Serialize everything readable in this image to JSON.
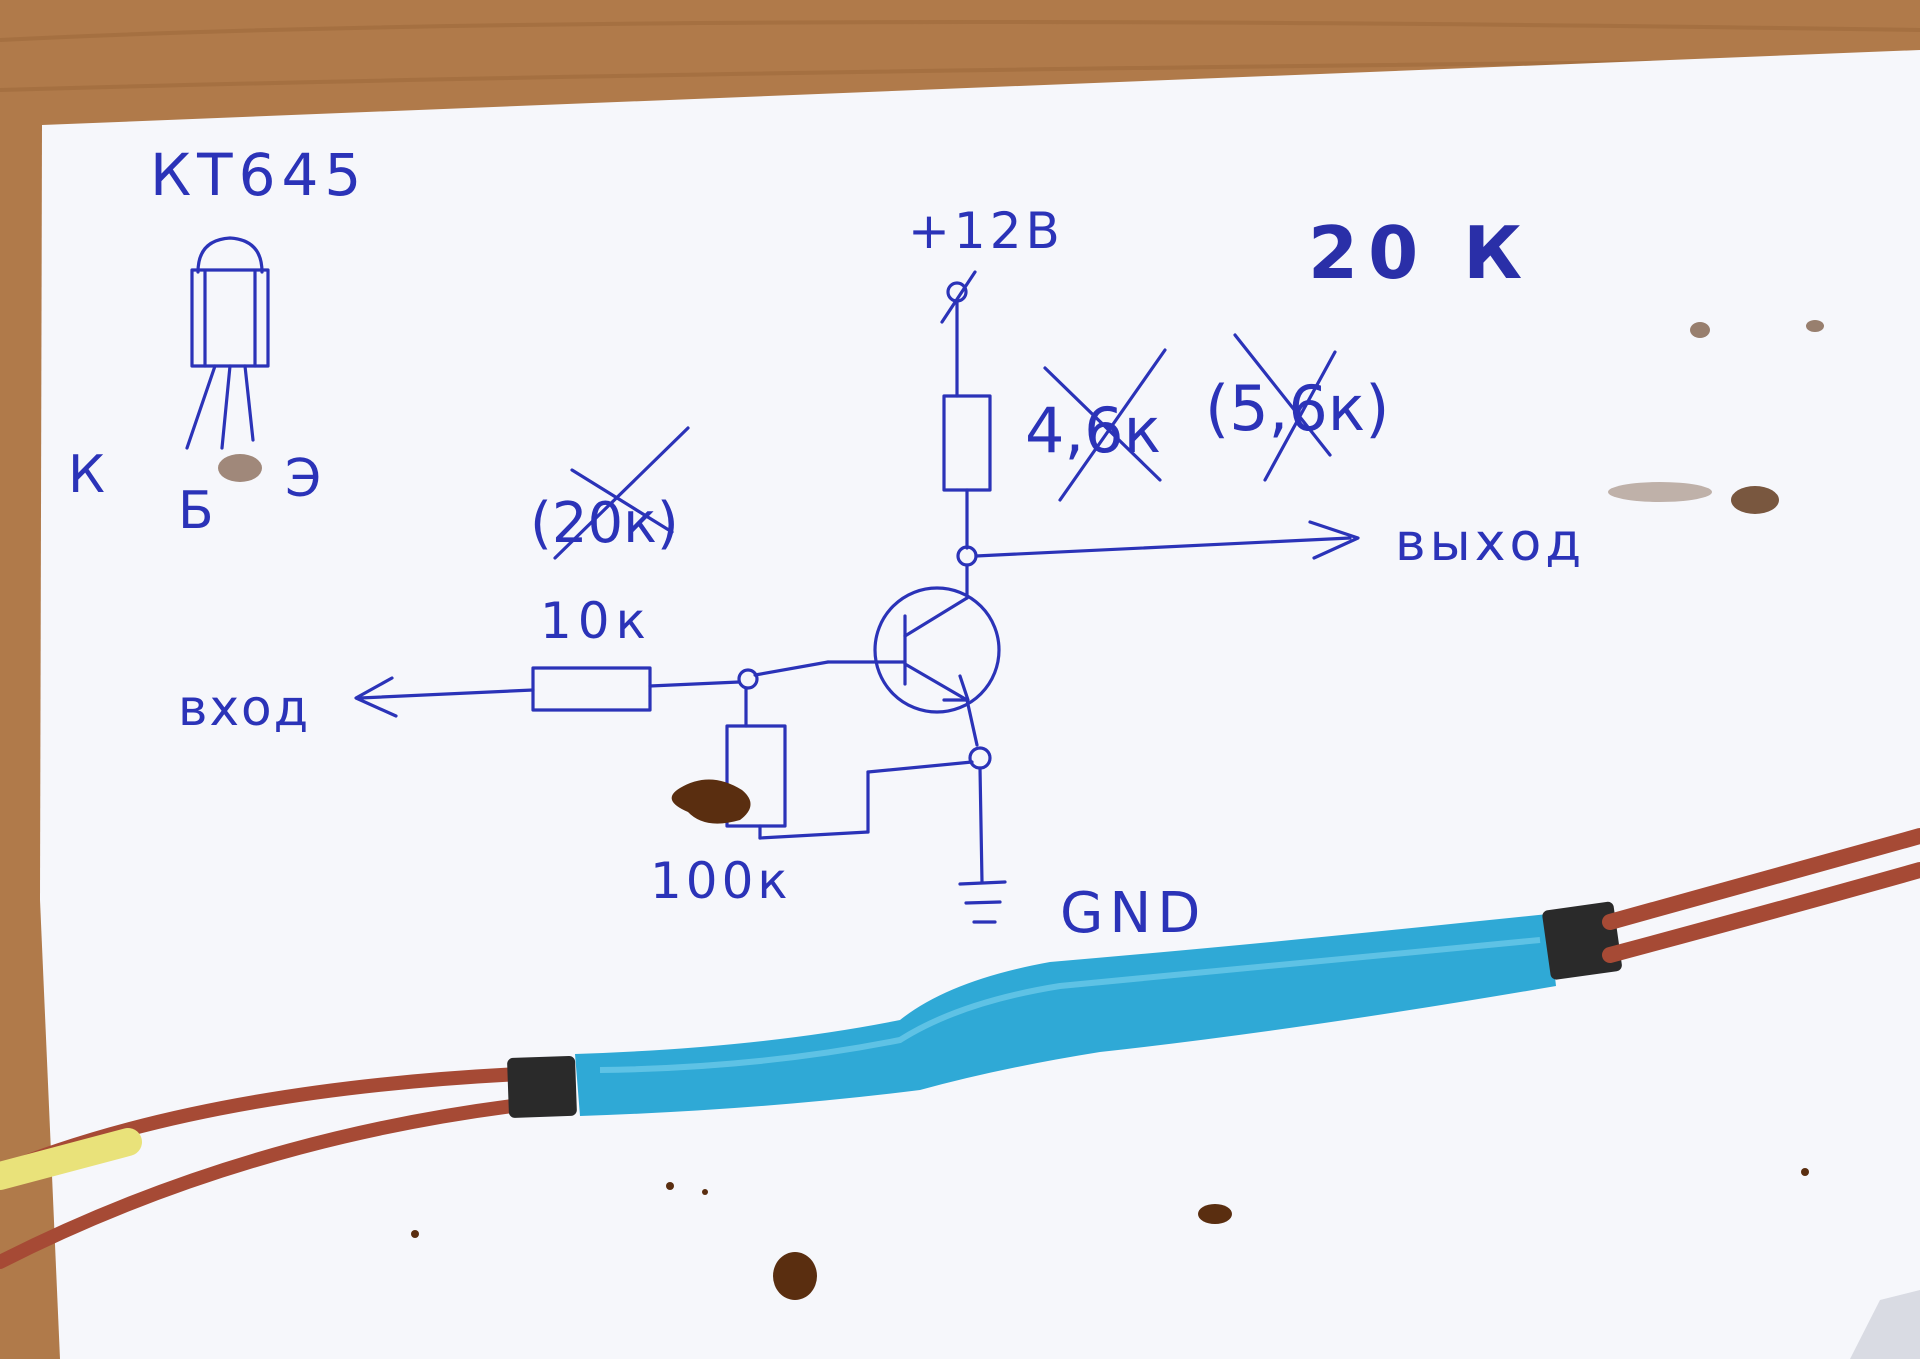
{
  "colors": {
    "table": "#b07a4a",
    "paper": "#f6f7fb",
    "ink": "#2b33b8",
    "wire_red": "#a64a35",
    "heatshrink_blue": "#2fa9d6",
    "heatshrink_black": "#2a2a2a",
    "tip_yellow": "#e9e27a",
    "stain": "#5a2e10"
  },
  "labels": {
    "transistor_name": "КТ645",
    "pin_k": "К",
    "pin_b": "Б",
    "pin_e": "Э",
    "supply": "+12В",
    "threshold": "20 К",
    "r_collector_old": "4,6к",
    "r_collector_alt": "(5,6к)",
    "r_base_old": "(20к)",
    "r_base": "10к",
    "r_bias": "100к",
    "input": "вход",
    "output": "выход",
    "ground": "GND"
  },
  "diagram": {
    "type": "transistor switch schematic (hand-drawn)",
    "components": [
      "NPN transistor КТ645",
      "base resistor 10к",
      "bias resistor 100к",
      "collector resistor"
    ],
    "strikethrough": [
      "4,6к",
      "(5,6к)",
      "(20к)"
    ]
  }
}
